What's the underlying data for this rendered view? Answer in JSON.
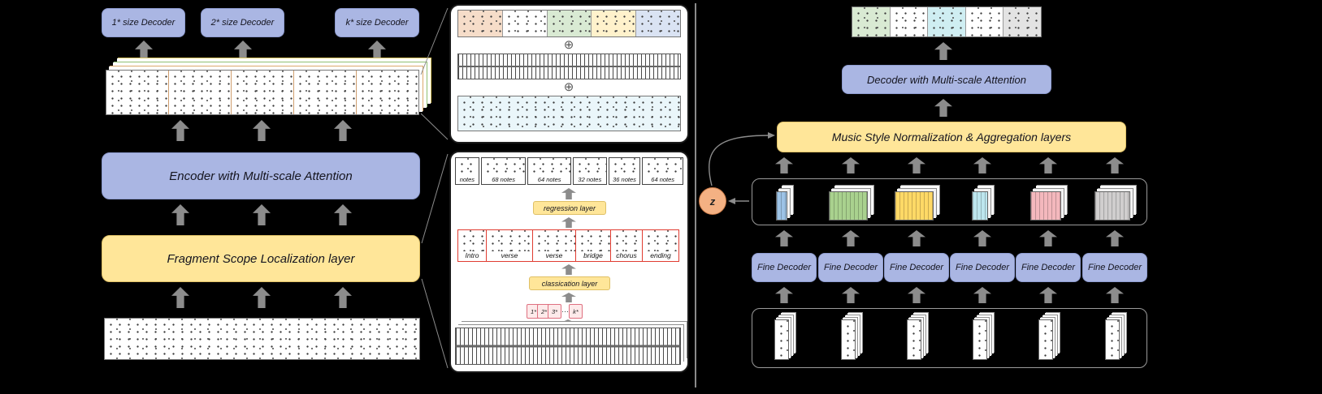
{
  "figure": {
    "left_panel": {
      "decoder_boxes": [
        "1* size Decoder",
        "2* size Decoder",
        "k* size Decoder"
      ],
      "encoder_label": "Encoder with Multi-scale Attention",
      "localization_label": "Fragment Scope Localization layer"
    },
    "middle_panel": {
      "plus_symbol": "⊕",
      "fragment_note_labels": [
        "notes",
        "68 notes",
        "64 notes",
        "32 notes",
        "36 notes",
        "64 notes"
      ],
      "regression_label": "regression layer",
      "section_labels": [
        "Intro",
        "verse",
        "verse",
        "bridge",
        "chorus",
        "ending"
      ],
      "classification_label": "classication layer",
      "size_tokens": [
        "1*",
        "2*",
        "3*",
        "···",
        "k*"
      ]
    },
    "right_panel": {
      "decoder_label": "Decoder with Multi-scale Attention",
      "normalization_label": "Music Style Normalization & Aggregation layers",
      "fine_decoder_label": "Fine Decoder",
      "latent_label": "z"
    },
    "colors": {
      "background": "#000000",
      "module_blue": "#aab6e3",
      "module_yellow": "#ffe699",
      "latent_orange": "#f4b183",
      "arrow_gray": "#8c8c8c",
      "section_border_red": "#e03c31",
      "style_stack_colors": [
        "#9dc3e6",
        "#a9d18e",
        "#ffd966",
        "#bde6ee",
        "#f4b8bd",
        "#d0cece"
      ],
      "mixed_strip_colors": [
        "#f6ddc9",
        "#ffffff",
        "#d9ead3",
        "#fff2cc",
        "#dae3f3"
      ],
      "output_strip_colors": [
        "#d9ead3",
        "#ffffff",
        "#cfeef2",
        "#ffffff",
        "#e3e3e3"
      ]
    }
  }
}
